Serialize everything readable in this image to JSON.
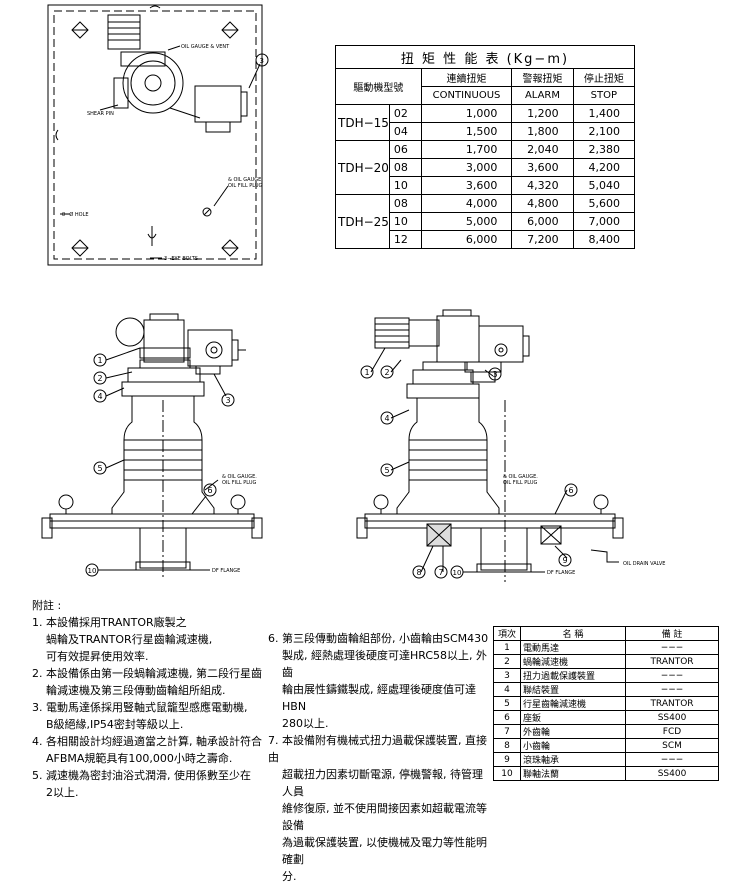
{
  "torque_table": {
    "title": "扭 矩 性 能 表 (Kg−m)",
    "model_header": "驅動機型號",
    "columns": [
      {
        "zh": "連續扭矩",
        "en": "CONTINUOUS"
      },
      {
        "zh": "警報扭矩",
        "en": "ALARM"
      },
      {
        "zh": "停止扭矩",
        "en": "STOP"
      }
    ],
    "groups": [
      {
        "model": "TDH−15",
        "rows": [
          {
            "code": "02",
            "continuous": "1,000",
            "alarm": "1,200",
            "stop": "1,400"
          },
          {
            "code": "04",
            "continuous": "1,500",
            "alarm": "1,800",
            "stop": "2,100"
          }
        ]
      },
      {
        "model": "TDH−20",
        "rows": [
          {
            "code": "06",
            "continuous": "1,700",
            "alarm": "2,040",
            "stop": "2,380"
          },
          {
            "code": "08",
            "continuous": "3,000",
            "alarm": "3,600",
            "stop": "4,200"
          },
          {
            "code": "10",
            "continuous": "3,600",
            "alarm": "4,320",
            "stop": "5,040"
          }
        ]
      },
      {
        "model": "TDH−25",
        "rows": [
          {
            "code": "08",
            "continuous": "4,000",
            "alarm": "4,800",
            "stop": "5,600"
          },
          {
            "code": "10",
            "continuous": "5,000",
            "alarm": "6,000",
            "stop": "7,000"
          },
          {
            "code": "12",
            "continuous": "6,000",
            "alarm": "7,200",
            "stop": "8,400"
          }
        ]
      }
    ]
  },
  "top_view_labels": {
    "oil_gauge_vent": "OIL GAUGE & VENT",
    "shear_pin": "SHEAR PIN",
    "oil_gauge_fill": "& OIL GAUGE.",
    "oil_fill_plug": "OIL FILL PLUG",
    "holes": "8−Ø HOLE",
    "eye_bolts": "3−EYE BOLTS",
    "callout_3": "3"
  },
  "left_view_labels": {
    "c1": "1",
    "c2": "2",
    "c4": "4",
    "c3": "3",
    "c5": "5",
    "c6": "6",
    "c10": "10",
    "oil_gauge": "& OIL GAUGE.",
    "oil_fill": "OIL FILL PLUG",
    "df_flange": "DF FLANGE"
  },
  "right_view_labels": {
    "c1": "1",
    "c2": "2",
    "c3": "3",
    "c4": "4",
    "c5": "5",
    "c6": "6",
    "c8": "8",
    "c7": "7",
    "c10": "10",
    "c9": "9",
    "oil_gauge": "& OIL GAUGE.",
    "oil_fill": "OIL FILL PLUG",
    "df_flange": "DF FLANGE",
    "oil_drain": "OIL DRAIN VALVE"
  },
  "notes": {
    "heading": "附註 :",
    "left": [
      "1. 本設備採用TRANTOR廠製之",
      "蝸輪及TRANTOR行星齒輪減速機,",
      "可有效提昇使用效率.",
      "2. 本設備係由第一段蝸輪減速機, 第二段行星齒",
      "輪減速機及第三段傳動齒輪組所組成.",
      "3. 電動馬達係採用豎軸式鼠籠型感應電動機,",
      "B級絕緣,IP54密封等級以上.",
      "4. 各相關設計均經過適當之計算, 軸承設計符合",
      "AFBMA規範具有100,000小時之壽命.",
      "5. 減速機為密封油浴式潤滑, 使用係數至少在",
      "2以上."
    ],
    "middle": [
      "6. 第三段傳動齒輪組部份, 小齒輪由SCM430",
      "製成, 經熱處理後硬度可達HRC58以上, 外齒",
      "輪由展性鑄鐵製成, 經處理後硬度值可達HBN",
      "280以上.",
      "7. 本設備附有機械式扭力過載保護裝置, 直接由",
      "超載扭力因素切斷電源, 停機警報, 待管理人員",
      "維修復原, 並不使用間接因素如超載電流等設備",
      "為過載保護裝置, 以使機械及電力等性能明確劃",
      "分."
    ]
  },
  "parts_table": {
    "headers": [
      "項次",
      "名  稱",
      "備  註"
    ],
    "rows": [
      {
        "no": "1",
        "name": "電動馬達",
        "remark": "−−−"
      },
      {
        "no": "2",
        "name": "蝸輪減速機",
        "remark": "TRANTOR"
      },
      {
        "no": "3",
        "name": "扭力過載保護裝置",
        "remark": "−−−"
      },
      {
        "no": "4",
        "name": "聯結裝置",
        "remark": "−−−"
      },
      {
        "no": "5",
        "name": "行星齒輪減速機",
        "remark": "TRANTOR"
      },
      {
        "no": "6",
        "name": "座鈑",
        "remark": "SS400"
      },
      {
        "no": "7",
        "name": "外齒輪",
        "remark": "FCD"
      },
      {
        "no": "8",
        "name": "小齒輪",
        "remark": "SCM"
      },
      {
        "no": "9",
        "name": "滾珠軸承",
        "remark": "−−−"
      },
      {
        "no": "10",
        "name": "聯軸法蘭",
        "remark": "SS400"
      }
    ]
  }
}
